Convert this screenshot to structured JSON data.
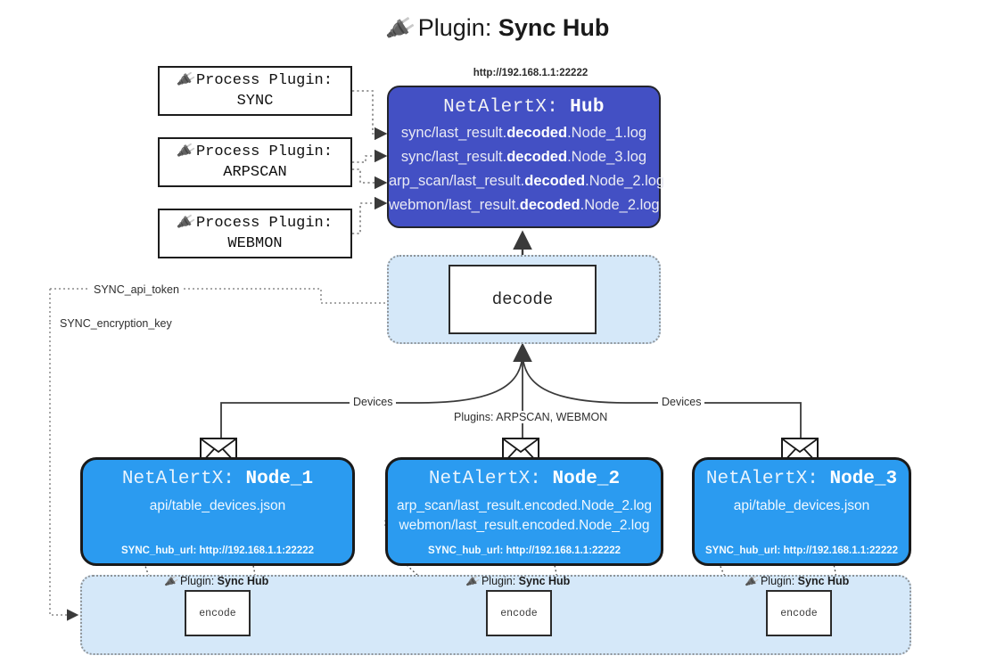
{
  "title": {
    "icon": "plug-icon",
    "prefix": "Plugin:",
    "name": "Sync Hub"
  },
  "process_plugins": [
    {
      "icon": "plug-icon",
      "line1": "Process Plugin:",
      "line2": "SYNC"
    },
    {
      "icon": "plug-icon",
      "line1": "Process Plugin:",
      "line2": "ARPSCAN"
    },
    {
      "icon": "plug-icon",
      "line1": "Process Plugin:",
      "line2": "WEBMON"
    }
  ],
  "hub": {
    "url_label": "http://192.168.1.1:22222",
    "title_prefix": "NetAlertX:",
    "title_name": "Hub",
    "logs": [
      {
        "pre": "sync/last_result.",
        "mid": "decoded",
        "post": ".Node_1.log"
      },
      {
        "pre": "sync/last_result.",
        "mid": "decoded",
        "post": ".Node_3.log"
      },
      {
        "pre": "arp_scan/last_result.",
        "mid": "decoded",
        "post": ".Node_2.log"
      },
      {
        "pre": "webmon/last_result.",
        "mid": "decoded",
        "post": ".Node_2.log"
      }
    ]
  },
  "decode": {
    "label": "decode"
  },
  "edge_labels": {
    "api_token": "SYNC_api_token",
    "encryption_key": "SYNC_encryption_key",
    "devices_left": "Devices",
    "devices_right": "Devices",
    "plugins": "Plugins: ARPSCAN, WEBMON"
  },
  "nodes": [
    {
      "title_prefix": "NetAlertX:",
      "title_name": "Node_1",
      "lines": [
        "api/table_devices.json"
      ],
      "hub_url": "SYNC_hub_url: http://192.168.1.1:22222",
      "envelope_icon": "envelope-icon"
    },
    {
      "title_prefix": "NetAlertX:",
      "title_name": "Node_2",
      "lines": [
        "arp_scan/last_result.encoded.Node_2.log",
        "webmon/last_result.encoded.Node_2.log"
      ],
      "hub_url": "SYNC_hub_url: http://192.168.1.1:22222",
      "envelope_icon": "envelope-icon"
    },
    {
      "title_prefix": "NetAlertX:",
      "title_name": "Node_3",
      "lines": [
        "api/table_devices.json"
      ],
      "hub_url": "SYNC_hub_url: http://192.168.1.1:22222",
      "envelope_icon": "envelope-icon"
    }
  ],
  "bottom_plugins": [
    {
      "icon": "plug-icon",
      "prefix": "Plugin:",
      "name": "Sync Hub",
      "box_label": "encode"
    },
    {
      "icon": "plug-icon",
      "prefix": "Plugin:",
      "name": "Sync Hub",
      "box_label": "encode"
    },
    {
      "icon": "plug-icon",
      "prefix": "Plugin:",
      "name": "Sync Hub",
      "box_label": "encode"
    }
  ],
  "colors": {
    "hub_fill": "#4350c4",
    "node_fill": "#2b9bf0",
    "container_fill": "#d5e8f9",
    "edge": "#3a3a3a",
    "box_border": "#1a1a1a"
  }
}
